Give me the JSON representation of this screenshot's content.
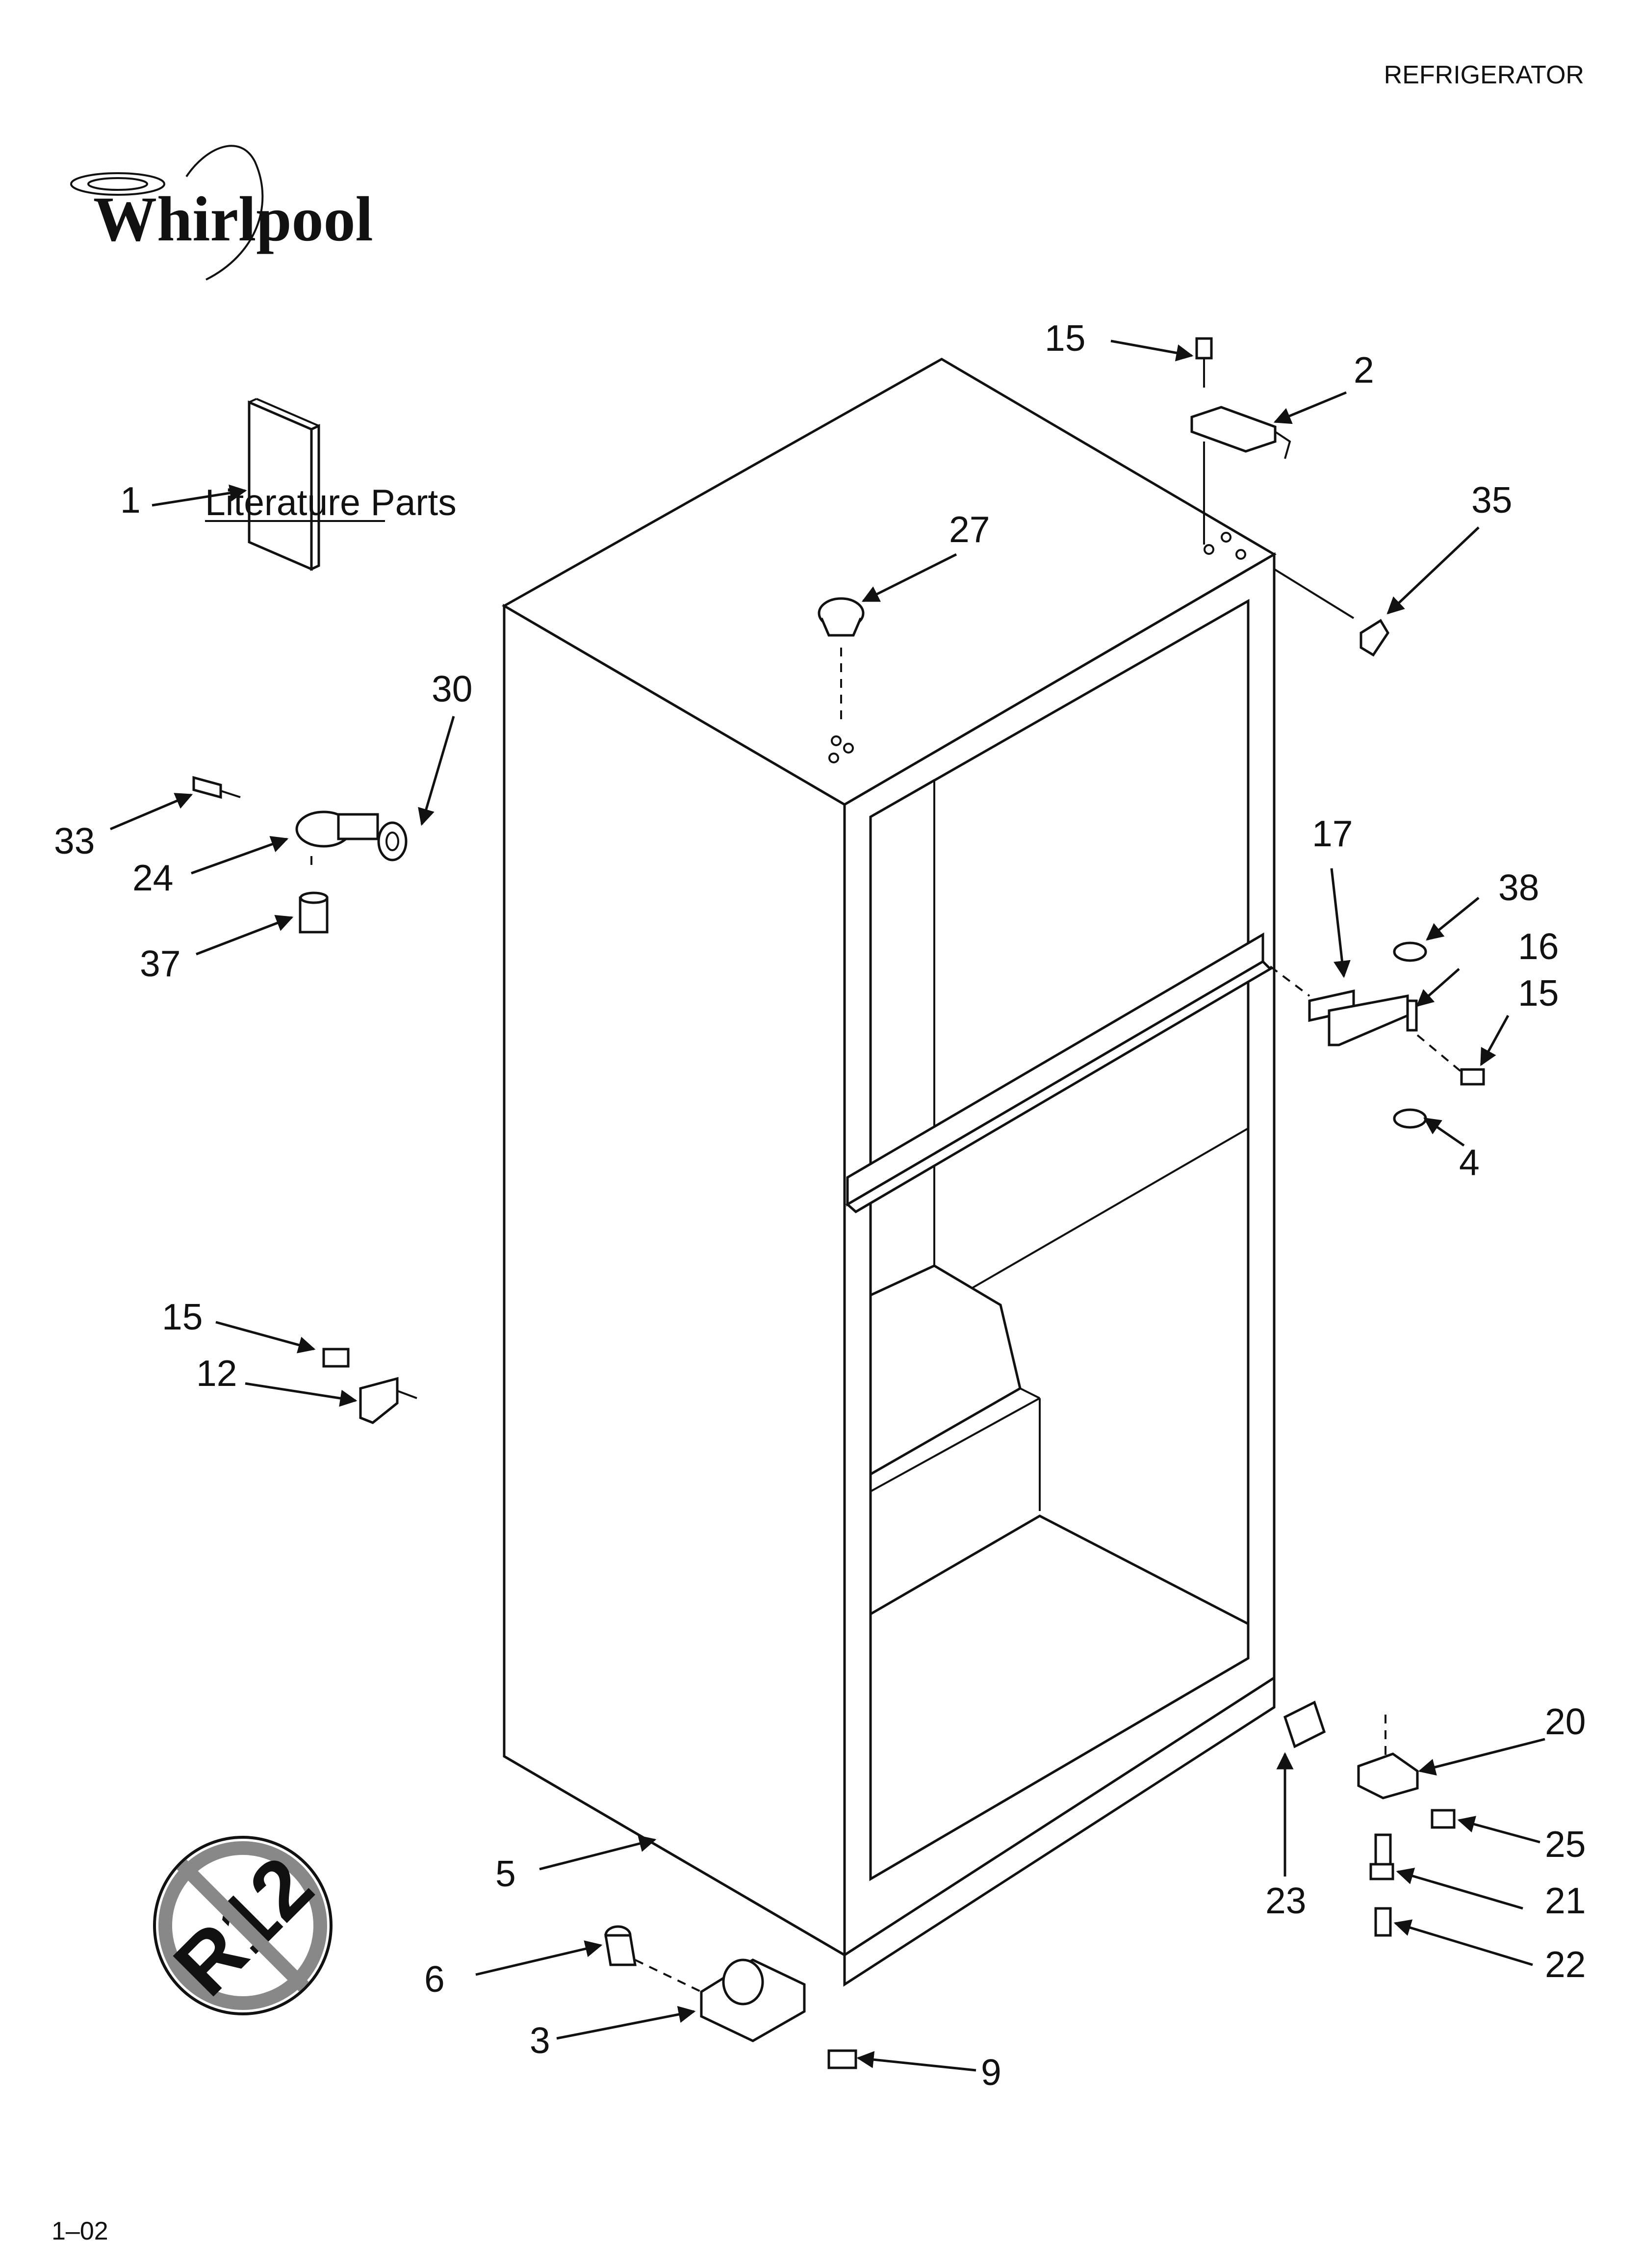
{
  "header": {
    "category": "REFRIGERATOR"
  },
  "logo": {
    "brand": "Whirlpool"
  },
  "literature": {
    "caption": "Literature Parts"
  },
  "footer": {
    "date_code": "1–02"
  },
  "badge": {
    "text": "R12",
    "icon": "no-r12-prohibition-icon"
  },
  "callouts": {
    "c1": "1",
    "c2": "2",
    "c3": "3",
    "c4": "4",
    "c5": "5",
    "c6": "6",
    "c9": "9",
    "c12": "12",
    "c15a": "15",
    "c15b": "15",
    "c15c": "15",
    "c16": "16",
    "c17": "17",
    "c20": "20",
    "c21": "21",
    "c22": "22",
    "c23": "23",
    "c24": "24",
    "c25": "25",
    "c27": "27",
    "c30": "30",
    "c33": "33",
    "c35": "35",
    "c37": "37",
    "c38": "38"
  }
}
